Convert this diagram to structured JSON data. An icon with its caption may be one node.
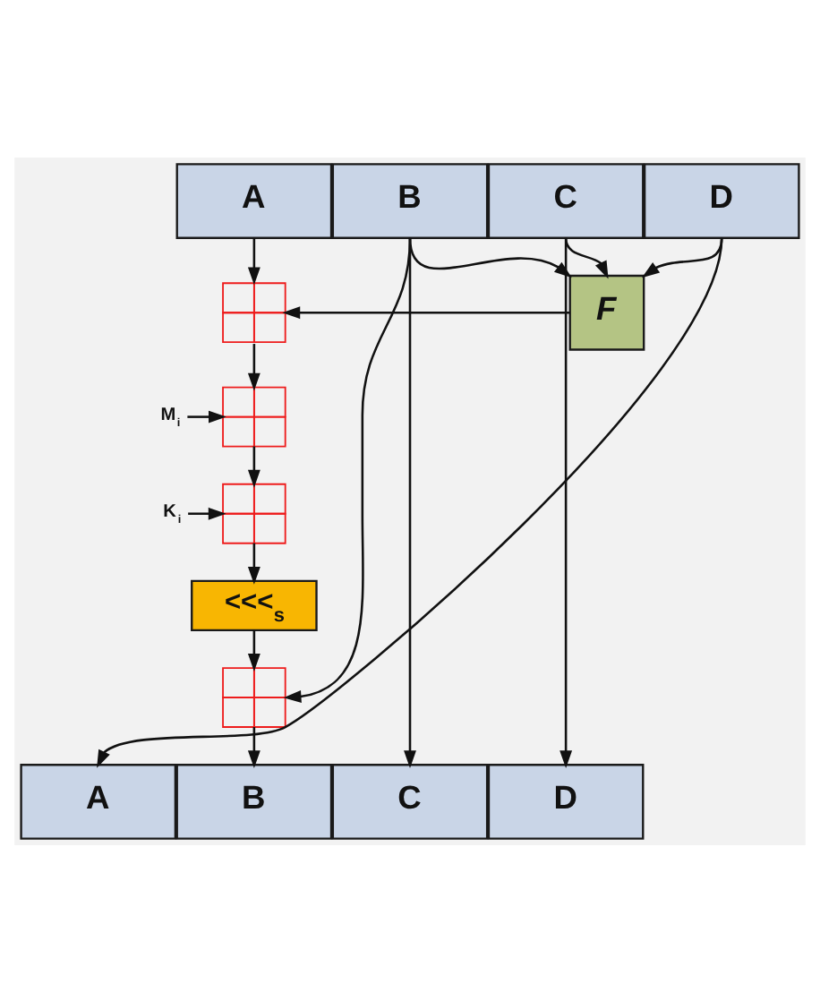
{
  "diagram": {
    "nodes": [
      {
        "text": [
          "A"
        ]
      },
      {
        "text": [
          "B"
        ]
      },
      {
        "text": [
          "C"
        ]
      },
      {
        "text": [
          "D"
        ]
      },
      {
        "text": [],
        "shape": "box"
      },
      {
        "text": [
          "F"
        ]
      },
      {
        "text": [
          "M$_{i}$"
        ]
      },
      {
        "text": [],
        "shape": "box"
      },
      {
        "text": [
          "K$_{i}$"
        ]
      },
      {
        "text": [],
        "shape": "box"
      },
      {
        "text": [
          "<<<$_{s}$"
        ]
      },
      {
        "text": [],
        "shape": "box"
      },
      {
        "text": [
          "A"
        ]
      },
      {
        "text": [
          "B"
        ]
      },
      {
        "text": [
          "C"
        ]
      },
      {
        "text": [
          "D"
        ]
      }
    ],
    "edges": [
      {
        "from": 0,
        "to": 4,
        "arrow": "to"
      },
      {
        "from": 1,
        "to": 5,
        "arrow": "to"
      },
      {
        "from": 2,
        "to": 5,
        "arrow": "to"
      },
      {
        "from": 3,
        "to": 5,
        "arrow": "to"
      },
      {
        "from": 5,
        "to": 4,
        "arrow": "to"
      },
      {
        "from": 4,
        "to": 7,
        "arrow": "to"
      },
      {
        "from": 6,
        "to": 7,
        "arrow": "to"
      },
      {
        "from": 7,
        "to": 9,
        "arrow": "to"
      },
      {
        "from": 8,
        "to": 9,
        "arrow": "to"
      },
      {
        "from": 9,
        "to": 10,
        "arrow": "to"
      },
      {
        "from": 10,
        "to": 11,
        "arrow": "to"
      },
      {
        "from": 1,
        "to": 11,
        "arrow": "to"
      },
      {
        "from": 11,
        "to": 13,
        "arrow": "to"
      },
      {
        "from": 1,
        "to": 14,
        "arrow": "to"
      },
      {
        "from": 2,
        "to": 15,
        "arrow": "to"
      },
      {
        "from": 3,
        "to": 12,
        "arrow": "to"
      }
    ]
  }
}
